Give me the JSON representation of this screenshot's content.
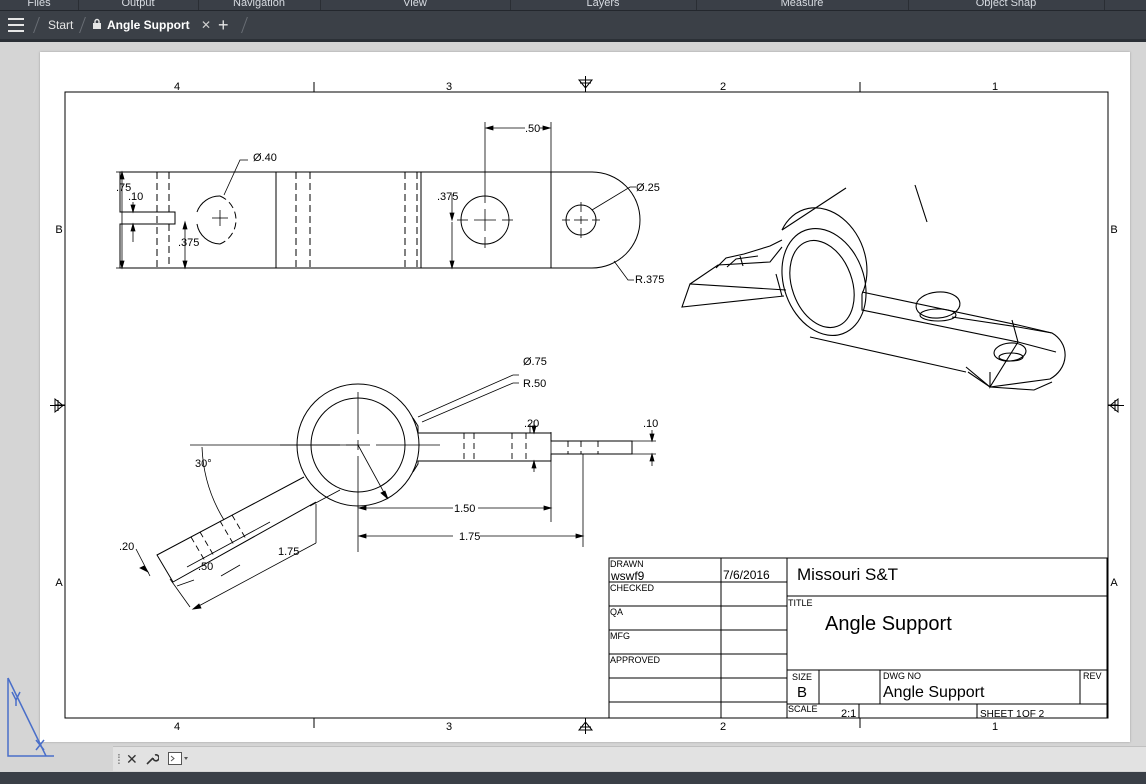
{
  "ribbon": {
    "groups": [
      "Files",
      "Output",
      "Navigation",
      "View",
      "Layers",
      "Measure",
      "Object Snap"
    ]
  },
  "tabs": [
    {
      "label": "Start"
    },
    {
      "label": "Angle Support",
      "locked": true,
      "active": true
    }
  ],
  "icons": {
    "menu": "hamburger-icon",
    "lock": "lock-icon",
    "close": "close-icon",
    "new_tab": "plus-icon"
  },
  "border": {
    "columns_top": [
      "4",
      "3",
      "2",
      "1"
    ],
    "columns_bottom": [
      "4",
      "3",
      "2",
      "1"
    ],
    "rows_left": [
      "B",
      "A"
    ],
    "rows_right": [
      "B",
      "A"
    ]
  },
  "dims": {
    "dia_40": "Ø.40",
    "d75": ".75",
    "d10": ".10",
    "d375a": ".375",
    "d375b": ".375",
    "d50": ".50",
    "dia_25": "Ø.25",
    "r375": "R.375",
    "dia_75": "Ø.75",
    "r50": "R.50",
    "d20a": ".20",
    "d10b": ".10",
    "ang30": "30°",
    "d150": "1.50",
    "d175a": "1.75",
    "d20b": ".20",
    "d50b": ".50",
    "d175b": "1.75"
  },
  "title_block": {
    "drawn_label": "DRAWN",
    "drawn_by": "wswf9",
    "drawn_date": "7/6/2016",
    "checked_label": "CHECKED",
    "qa_label": "QA",
    "mfg_label": "MFG",
    "approved_label": "APPROVED",
    "company": "Missouri S&T",
    "title_label": "TITLE",
    "title": "Angle Support",
    "size_label": "SIZE",
    "size": "B",
    "dwg_no_label": "DWG NO",
    "dwg_no": "Angle Support",
    "rev_label": "REV",
    "scale_label": "SCALE",
    "scale": "2:1",
    "sheet_label": "SHEET 1",
    "sheet_of": "OF 2"
  },
  "command_bar": {
    "icons": [
      "close-icon",
      "wrench-icon",
      "command-prompt-icon"
    ]
  },
  "colors": {
    "chrome": "#3b4047",
    "paper": "#ffffff",
    "ink": "#000000",
    "canvas": "#d5d5d5"
  }
}
